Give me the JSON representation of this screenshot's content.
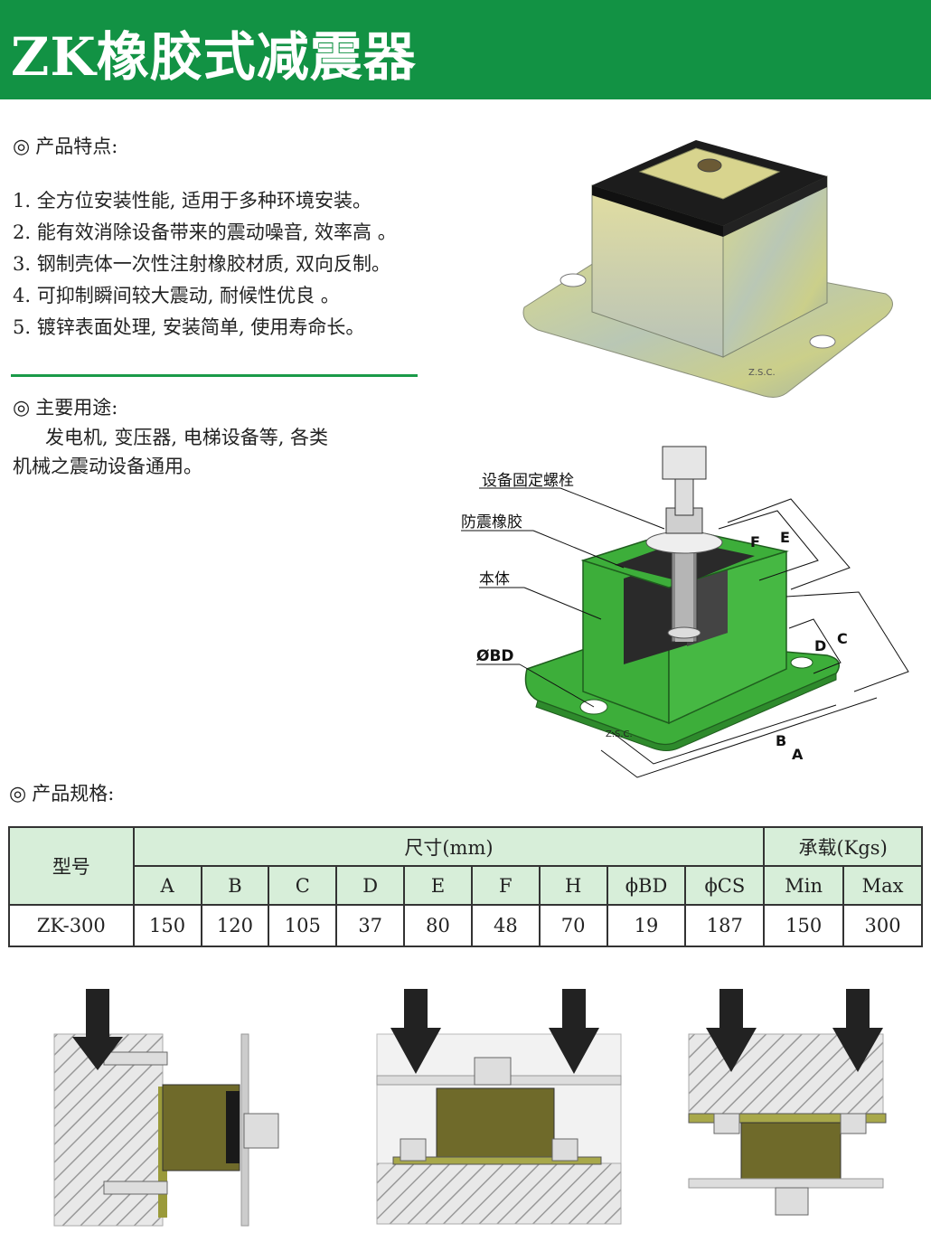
{
  "title": "ZK橡胶式减震器",
  "features": {
    "heading": "产品特点:",
    "items": [
      "1. 全方位安装性能, 适用于多种环境安装。",
      "2. 能有效消除设备带来的震动噪音, 效率高 。",
      "3. 钢制壳体一次性注射橡胶材质, 双向反制。",
      "4. 可抑制瞬间较大震动, 耐候性优良 。",
      "5. 镀锌表面处理, 安装简单, 使用寿命长。"
    ]
  },
  "usage": {
    "heading": "主要用途:",
    "line1": "发电机, 变压器, 电梯设备等, 各类",
    "line2": "机械之震动设备通用。"
  },
  "diagram": {
    "label_bolt": "设备固定螺栓",
    "label_rubber": "防震橡胶",
    "label_body": "本体",
    "label_bd": "ØBD",
    "dims": [
      "A",
      "B",
      "C",
      "D",
      "E",
      "F"
    ],
    "engraving": "Z.S.C."
  },
  "specs": {
    "heading": "产品规格:",
    "model_header": "型号",
    "size_header": "尺寸(mm)",
    "load_header": "承载(Kgs)",
    "columns": [
      "A",
      "B",
      "C",
      "D",
      "E",
      "F",
      "H",
      "ϕBD",
      "ϕCS",
      "Min",
      "Max"
    ],
    "rows": [
      {
        "model": "ZK-300",
        "values": [
          "150",
          "120",
          "105",
          "37",
          "80",
          "48",
          "70",
          "19",
          "187",
          "150",
          "300"
        ]
      }
    ]
  },
  "colors": {
    "header_green": "#129244",
    "table_header": "#d7eed9",
    "part_green": "#3dae3a"
  }
}
